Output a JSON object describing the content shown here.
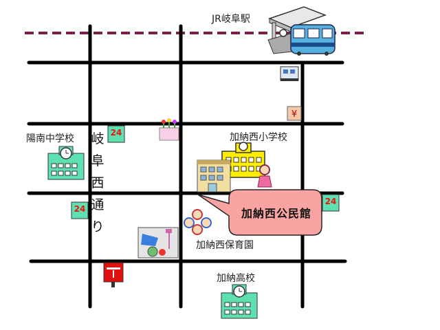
{
  "labels": {
    "station": "JR岐阜駅",
    "jhs": "陽南中学校",
    "elementary": "加納西小学校",
    "nursery": "加納西保育園",
    "highschool": "加納高校",
    "street": "岐阜西通り",
    "community_center": "加納西公民館"
  },
  "badges": {
    "conv_24": "24"
  },
  "icons": {
    "station": "train-station-icon",
    "school": "school-building-icon",
    "community_center": "apartment-building-icon",
    "convenience": "convenience-store-24h-icon",
    "post": "post-box-icon",
    "bank": "bank-yen-icon",
    "hospital": "clinic-icon",
    "flower": "flower-shop-icon",
    "nursery": "children-ring-icon",
    "laundry": "laundry-shop-icon",
    "girl": "girl-figure-icon"
  },
  "colors": {
    "road": "#000000",
    "railway": "#7a1f4a",
    "callout_fill": "#f9a3a3",
    "school_green": "#5fe0b0",
    "elementary_yellow": "#ffee00",
    "post_red": "#e21010"
  }
}
